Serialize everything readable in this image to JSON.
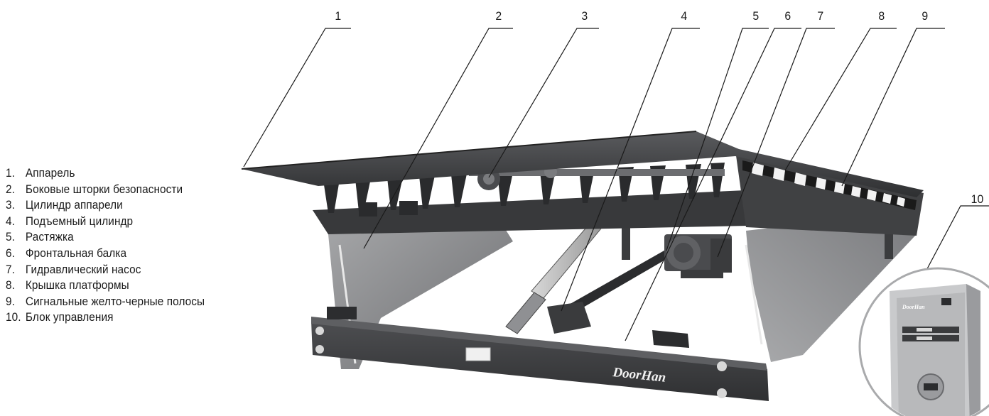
{
  "legend": [
    {
      "num": "1.",
      "text": "Аппарель"
    },
    {
      "num": "2.",
      "text": "Боковые шторки безопасности"
    },
    {
      "num": "3.",
      "text": "Цилиндр аппарели"
    },
    {
      "num": "4.",
      "text": "Подъемный цилиндр"
    },
    {
      "num": "5.",
      "text": "Растяжка"
    },
    {
      "num": "6.",
      "text": "Фронтальная балка"
    },
    {
      "num": "7.",
      "text": "Гидравлический насос"
    },
    {
      "num": "8.",
      "text": "Крышка платформы"
    },
    {
      "num": "9.",
      "text": "Сигнальные желто-черные полосы"
    },
    {
      "num": "10.",
      "text": "Блок управления"
    }
  ],
  "callouts": [
    "1",
    "2",
    "3",
    "4",
    "5",
    "6",
    "7",
    "8",
    "9",
    "10"
  ],
  "brand": {
    "logo_text": "DoorHan",
    "panel_logo_text": "DoorHan"
  },
  "colors": {
    "steel_dark": "#3a3b3d",
    "steel_mid": "#55575a",
    "panel_gray": "#8e8f91",
    "panel_light": "#bfc0c2",
    "lines": "#1a1a1a"
  }
}
